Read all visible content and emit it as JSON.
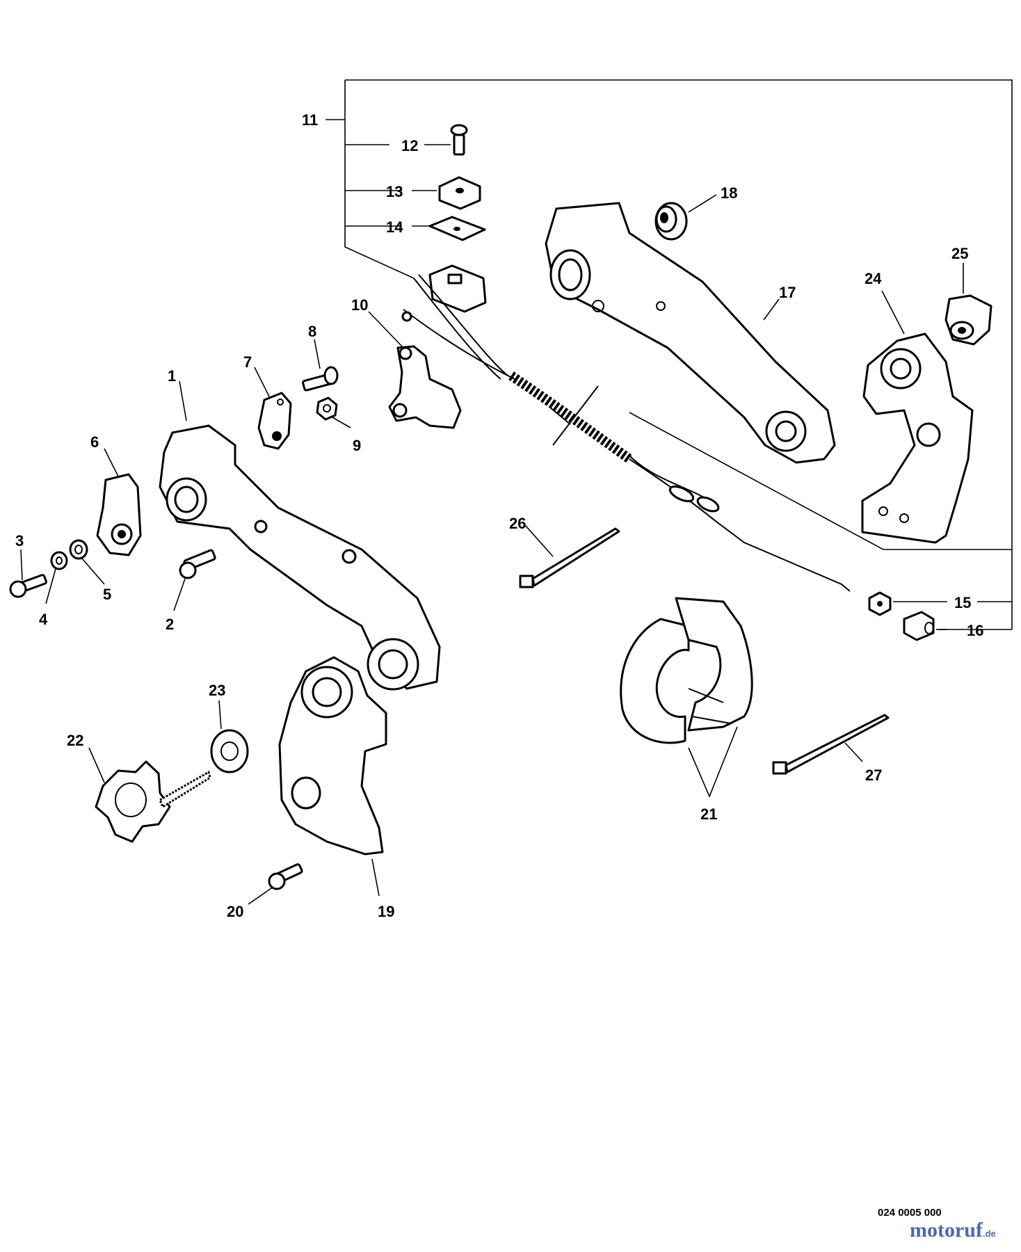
{
  "callouts": [
    {
      "id": "1",
      "label": "1"
    },
    {
      "id": "2",
      "label": "2"
    },
    {
      "id": "3",
      "label": "3"
    },
    {
      "id": "4",
      "label": "4"
    },
    {
      "id": "5",
      "label": "5"
    },
    {
      "id": "6",
      "label": "6"
    },
    {
      "id": "7",
      "label": "7"
    },
    {
      "id": "8",
      "label": "8"
    },
    {
      "id": "9",
      "label": "9"
    },
    {
      "id": "10",
      "label": "10"
    },
    {
      "id": "11",
      "label": "11"
    },
    {
      "id": "12",
      "label": "12"
    },
    {
      "id": "13",
      "label": "13"
    },
    {
      "id": "14",
      "label": "14"
    },
    {
      "id": "15",
      "label": "15"
    },
    {
      "id": "16",
      "label": "16"
    },
    {
      "id": "17",
      "label": "17"
    },
    {
      "id": "18",
      "label": "18"
    },
    {
      "id": "19",
      "label": "19"
    },
    {
      "id": "20",
      "label": "20"
    },
    {
      "id": "21",
      "label": "21"
    },
    {
      "id": "22",
      "label": "22"
    },
    {
      "id": "23",
      "label": "23"
    },
    {
      "id": "24",
      "label": "24"
    },
    {
      "id": "25",
      "label": "25"
    },
    {
      "id": "26",
      "label": "26"
    },
    {
      "id": "27",
      "label": "27"
    }
  ],
  "footer": {
    "drawing_number": "024 0005 000",
    "watermark_main": "motoruf",
    "watermark_suffix": ".de"
  }
}
